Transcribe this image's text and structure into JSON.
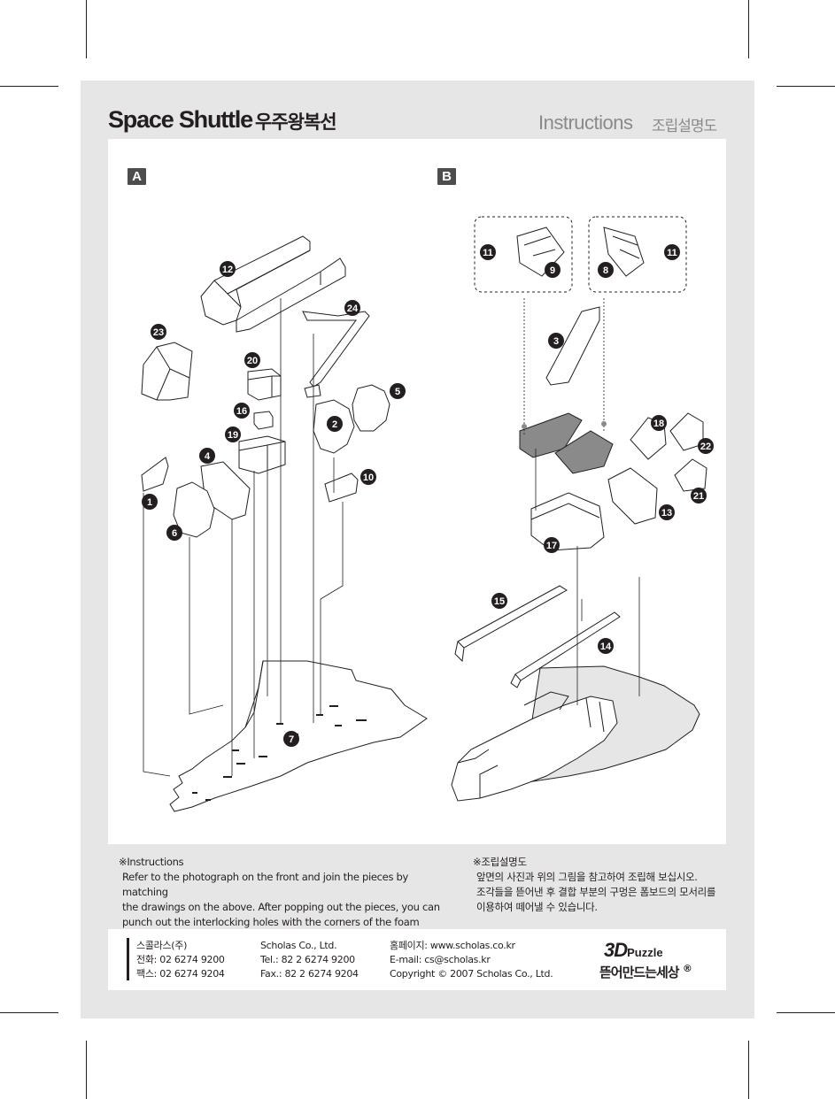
{
  "header": {
    "title_en": "Space Shuttle",
    "title_ko": "우주왕복선",
    "instructions_en": "Instructions",
    "instructions_ko": "조립설명도"
  },
  "diagram": {
    "section_a_label": "A",
    "section_b_label": "B",
    "part_numbers_a": [
      "12",
      "24",
      "23",
      "20",
      "16",
      "19",
      "5",
      "2",
      "4",
      "10",
      "1",
      "6",
      "7"
    ],
    "part_numbers_b": [
      "11",
      "9",
      "8",
      "11",
      "3",
      "18",
      "22",
      "21",
      "13",
      "17",
      "15",
      "14"
    ]
  },
  "notes": {
    "en_heading": "※Instructions",
    "en_lines": [
      "Refer to the photograph on the front and join the pieces by matching",
      "the drawings on the above. After popping out the pieces, you can",
      "punch out the interlocking holes with the corners of the foam boards."
    ],
    "ko_heading": "※조립설명도",
    "ko_lines": [
      "앞면의 사진과 위의 그림을 참고하여 조립해 보십시오.",
      "조각들을 뜯어낸 후 결합 부분의 구멍은 폼보드의 모서리를",
      "이용하여 떼어낼 수 있습니다."
    ]
  },
  "footer": {
    "ko_company": "스콜라스(주)",
    "ko_tel": "전화: 02 6274 9200",
    "ko_fax": "팩스: 02 6274 9204",
    "en_company": "Scholas Co., Ltd.",
    "en_tel": "Tel.: 82 2 6274 9200",
    "en_fax": "Fax.: 82 2 6274 9204",
    "web": "홈페이지: www.scholas.co.kr",
    "email": "E-mail: cs@scholas.kr",
    "copyright": "Copyright © 2007 Scholas Co., Ltd.",
    "logo_3d": "3D",
    "logo_puzzle": "Puzzle",
    "logo_ko": "뜯어만드는세상",
    "logo_reg": "®"
  }
}
